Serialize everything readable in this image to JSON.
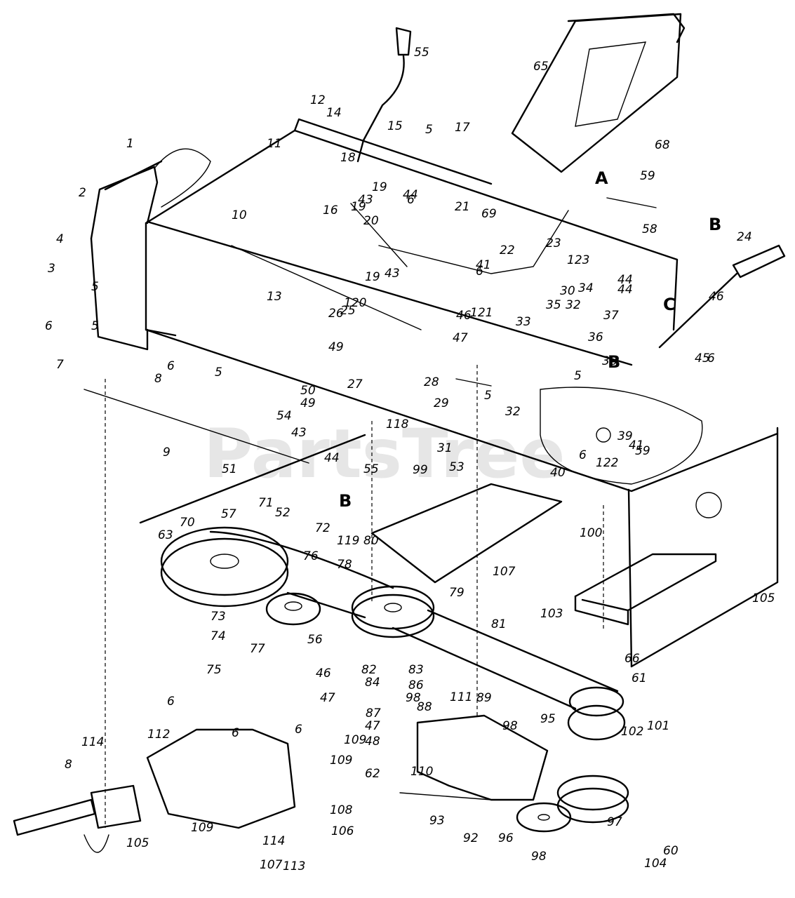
{
  "watermark": "PartsTree",
  "reference_letters": [
    "A",
    "B",
    "B",
    "B",
    "C"
  ],
  "callouts": [
    "1",
    "2",
    "3",
    "4",
    "5",
    "5",
    "5",
    "5",
    "5",
    "5",
    "6",
    "6",
    "6",
    "6",
    "6",
    "6",
    "6",
    "6",
    "6",
    "7",
    "8",
    "8",
    "9",
    "10",
    "11",
    "12",
    "13",
    "14",
    "15",
    "16",
    "17",
    "18",
    "19",
    "19",
    "19",
    "20",
    "21",
    "22",
    "23",
    "24",
    "25",
    "26",
    "27",
    "28",
    "29",
    "30",
    "31",
    "32",
    "32",
    "33",
    "34",
    "35",
    "36",
    "37",
    "38",
    "39",
    "40",
    "41",
    "41",
    "43",
    "43",
    "43",
    "44",
    "44",
    "44",
    "44",
    "45",
    "46",
    "46",
    "46",
    "47",
    "47",
    "47",
    "48",
    "49",
    "49",
    "50",
    "51",
    "52",
    "53",
    "54",
    "55",
    "55",
    "56",
    "57",
    "58",
    "59",
    "59",
    "60",
    "61",
    "62",
    "63",
    "65",
    "66",
    "68",
    "69",
    "70",
    "71",
    "72",
    "73",
    "74",
    "75",
    "76",
    "77",
    "78",
    "79",
    "80",
    "81",
    "82",
    "83",
    "84",
    "86",
    "87",
    "88",
    "89",
    "92",
    "93",
    "95",
    "96",
    "97",
    "98",
    "98",
    "98",
    "99",
    "100",
    "101",
    "102",
    "103",
    "104",
    "105",
    "105",
    "106",
    "107",
    "107",
    "108",
    "109",
    "109",
    "109",
    "110",
    "111",
    "112",
    "113",
    "114",
    "114",
    "118",
    "119",
    "120",
    "121",
    "122",
    "123"
  ]
}
